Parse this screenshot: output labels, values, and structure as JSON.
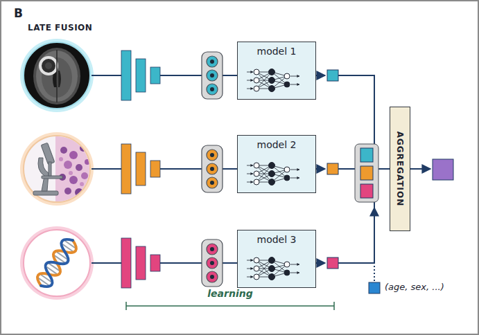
{
  "diagram": {
    "title": "LATE FUSION",
    "nodes": [
      {
        "text": [
          "model 1"
        ]
      },
      {
        "text": [
          "model 2"
        ]
      },
      {
        "text": [
          "model 3"
        ]
      },
      {
        "text": [
          "AGGREGATION"
        ]
      }
    ],
    "labels": [
      "B",
      "learning",
      "(age, sex, ...)"
    ]
  }
}
